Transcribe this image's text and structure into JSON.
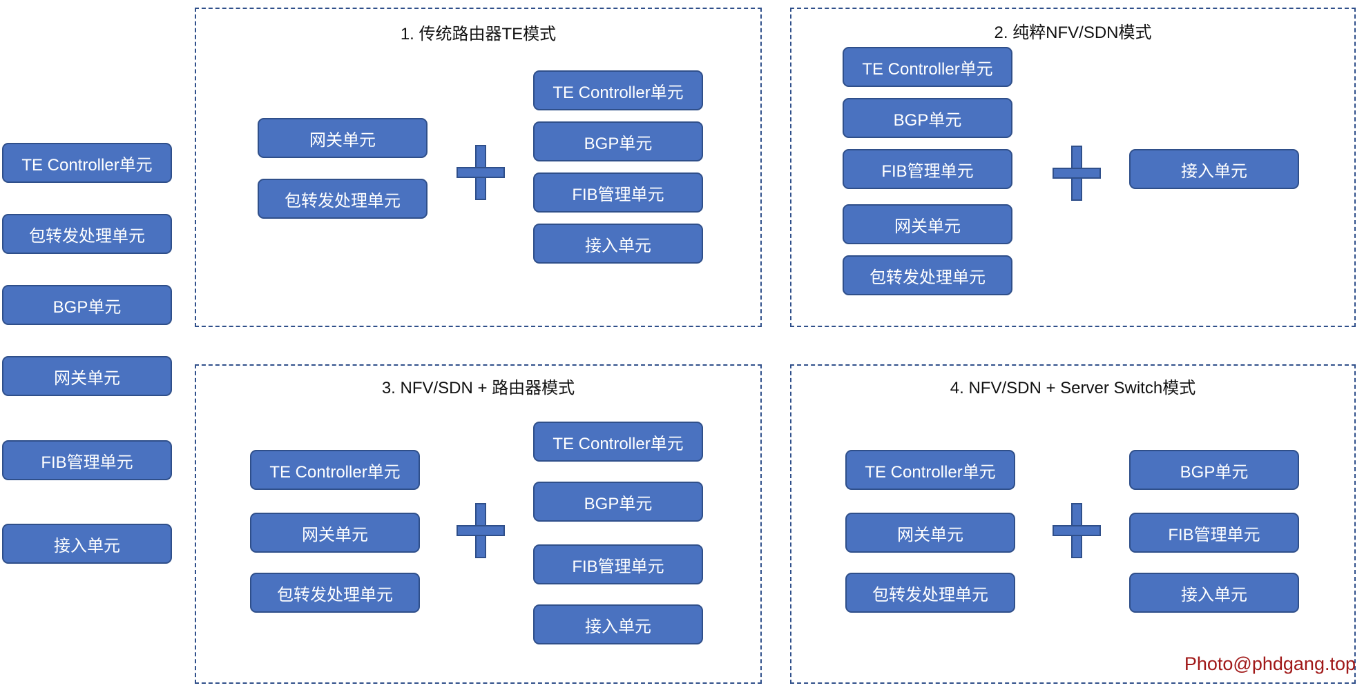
{
  "legend": {
    "items": [
      "TE Controller单元",
      "包转发处理单元",
      "BGP单元",
      "网关单元",
      "FIB管理单元",
      "接入单元"
    ]
  },
  "panels": [
    {
      "title": "1. 传统路由器TE模式",
      "left_units": [
        "网关单元",
        "包转发处理单元"
      ],
      "right_units": [
        "TE Controller单元",
        "BGP单元",
        "FIB管理单元",
        "接入单元"
      ]
    },
    {
      "title": "2. 纯粹NFV/SDN模式",
      "left_units": [
        "TE Controller单元",
        "BGP单元",
        "FIB管理单元",
        "网关单元",
        "包转发处理单元"
      ],
      "right_units": [
        "接入单元"
      ]
    },
    {
      "title": "3. NFV/SDN + 路由器模式",
      "left_units": [
        "TE Controller单元",
        "网关单元",
        "包转发处理单元"
      ],
      "right_units": [
        "TE Controller单元",
        "BGP单元",
        "FIB管理单元",
        "接入单元"
      ]
    },
    {
      "title": "4. NFV/SDN + Server Switch模式",
      "left_units": [
        "TE Controller单元",
        "网关单元",
        "包转发处理单元"
      ],
      "right_units": [
        "BGP单元",
        "FIB管理单元",
        "接入单元"
      ]
    }
  ],
  "watermark": "Photo@phdgang.top",
  "colors": {
    "unit_fill": "#4a72c0",
    "unit_border": "#2f4f8a",
    "watermark": "#a01818"
  }
}
